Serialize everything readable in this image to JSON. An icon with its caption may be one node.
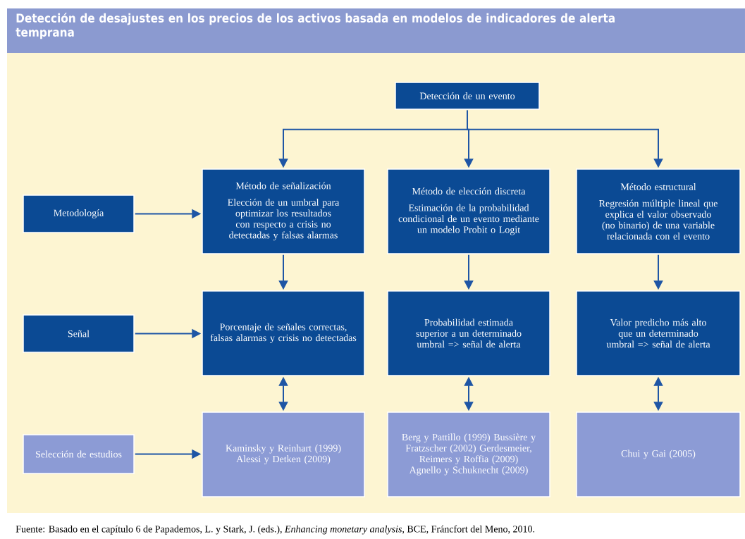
{
  "diagram": {
    "title": "Detección de desajustes en los precios de los activos basada en modelos de indicadores de alerta temprana",
    "caption": "Fuente: Basado en el capítulo 6 de Papademos, L. y Stark, J. (eds.), *Enhancing monetary analysis,* BCE, Fráncfort del Meno, 2010.",
    "nodes": [
      {
        "text": [
          "Detección de un evento"
        ]
      },
      {
        "text": [
          "Metodología"
        ]
      },
      {
        "text": [
          "Método de señalización",
          "Elección de un umbral para optimizar los resultados con respecto a crisis no detectadas y falsas alarmas"
        ]
      },
      {
        "text": [
          "Método de elección discreta",
          "Estimación de la probabilidad condicional de un evento mediante un modelo Probit o Logit"
        ]
      },
      {
        "text": [
          "Método estructural",
          "Regresión múltiple lineal que explica el valor observado (no binario) de una variable relacionada con el evento"
        ]
      },
      {
        "text": [
          "Señal"
        ]
      },
      {
        "text": [
          "Porcentaje de señales correctas, falsas alarmas y crisis no detectadas"
        ]
      },
      {
        "text": [
          "Probabilidad estimada superior a un determinado umbral => señal de alerta"
        ]
      },
      {
        "text": [
          "Valor predicho más alto que un determinado umbral => señal de alerta"
        ]
      },
      {
        "text": [
          "Selección de estudios"
        ]
      },
      {
        "text": [
          "Kaminsky y Reinhart (1999) Alessi y Detken (2009)"
        ]
      },
      {
        "text": [
          "Berg y Pattillo (1999) Bussière y Fratzscher (2002) Gerdesmeier, Reimers y Roffia (2009) Agnello y Schuknecht (2009)"
        ]
      },
      {
        "text": [
          "Chui y Gai (2005)"
        ]
      }
    ],
    "edges": [
      {
        "from": 0,
        "to": 2,
        "arrow": "to"
      },
      {
        "from": 0,
        "to": 3,
        "arrow": "to"
      },
      {
        "from": 0,
        "to": 4,
        "arrow": "to"
      },
      {
        "from": 1,
        "to": 2,
        "arrow": "to"
      },
      {
        "from": 2,
        "to": 6,
        "arrow": "to"
      },
      {
        "from": 3,
        "to": 7,
        "arrow": "to"
      },
      {
        "from": 4,
        "to": 8,
        "arrow": "to"
      },
      {
        "from": 5,
        "to": 6,
        "arrow": "to"
      },
      {
        "from": 6,
        "to": 10,
        "arrow": "both"
      },
      {
        "from": 7,
        "to": 11,
        "arrow": "both"
      },
      {
        "from": 8,
        "to": 12,
        "arrow": "both"
      },
      {
        "from": 9,
        "to": 10,
        "arrow": "to"
      }
    ]
  }
}
